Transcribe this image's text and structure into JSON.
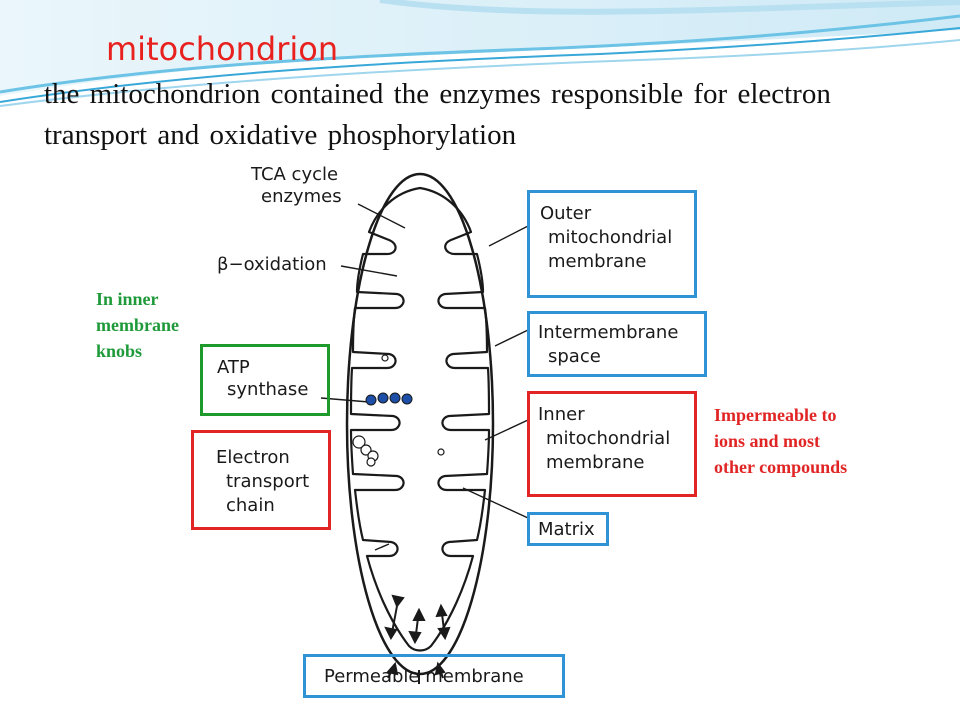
{
  "title": "mitochondrion",
  "body_text": "the mitochondrion contained the enzymes responsible for electron transport and oxidative phosphorylation",
  "diagram": {
    "labels": {
      "tca_line1": "TCA cycle",
      "tca_line2": "enzymes",
      "beta_oxidation": "β−oxidation",
      "atp_line1": "ATP",
      "atp_line2": "synthase",
      "etc_line1": "Electron",
      "etc_line2": "transport",
      "etc_line3": "chain",
      "outer_line1": "Outer",
      "outer_line2": "mitochondrial",
      "outer_line3": "membrane",
      "inter_line1": "Intermembrane",
      "inter_line2": "space",
      "inner_line1": "Inner",
      "inner_line2": "mitochondrial",
      "inner_line3": "membrane",
      "matrix": "Matrix",
      "permeable": "Permeable membrane"
    }
  },
  "notes": {
    "knobs_line1": "In inner",
    "knobs_line2": "membrane",
    "knobs_line3": "knobs",
    "imperm_line1": "Impermeable to",
    "imperm_line2": "ions and most",
    "imperm_line3": "other compounds"
  },
  "colors": {
    "title": "#e8211f",
    "blue_box": "#2f93d6",
    "red_box": "#e12525",
    "green_box": "#1e9a2c",
    "green_note": "#1f9a3a",
    "red_note": "#e12525"
  }
}
